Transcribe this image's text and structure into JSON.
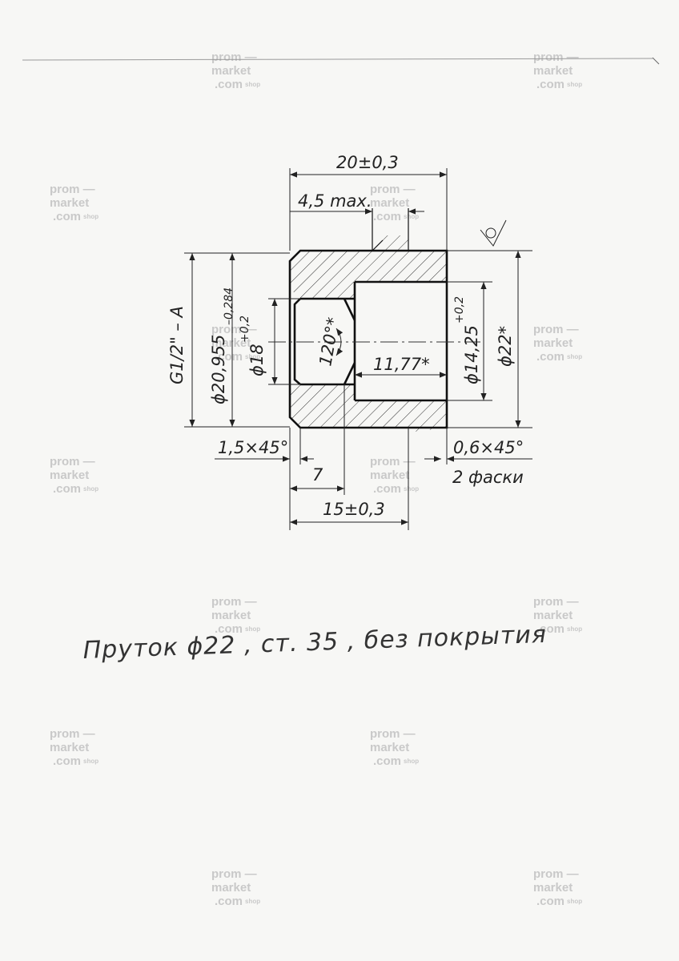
{
  "drawing": {
    "dims": {
      "overall_length": "20±0,3",
      "max_depth": "4,5 max.",
      "thread": "G1/2\" – A",
      "thread_diam": "ϕ20,955",
      "thread_tol": "–0,284",
      "bore_diam": "ϕ18",
      "bore_tol": "+0,2",
      "angle": "120°*",
      "inner_length": "11,77*",
      "inner_diam": "ϕ14,25",
      "inner_tol": "+0,2",
      "outer_diam": "ϕ22*",
      "chamfer_left": "1,5×45°",
      "chamfer_right": "0,6×45°",
      "chamfer_note": "2 фаски",
      "small_length": "7",
      "hex_length": "15±0,3"
    },
    "note": "Пруток ϕ22 , ст. 35 , без покрытия"
  },
  "watermark": {
    "line1": "prom",
    "line2": "market",
    "line3": "com",
    "line4": "shop"
  },
  "colors": {
    "ink": "#222222",
    "paper": "#f7f7f5",
    "watermark": "#c9c9c9"
  }
}
